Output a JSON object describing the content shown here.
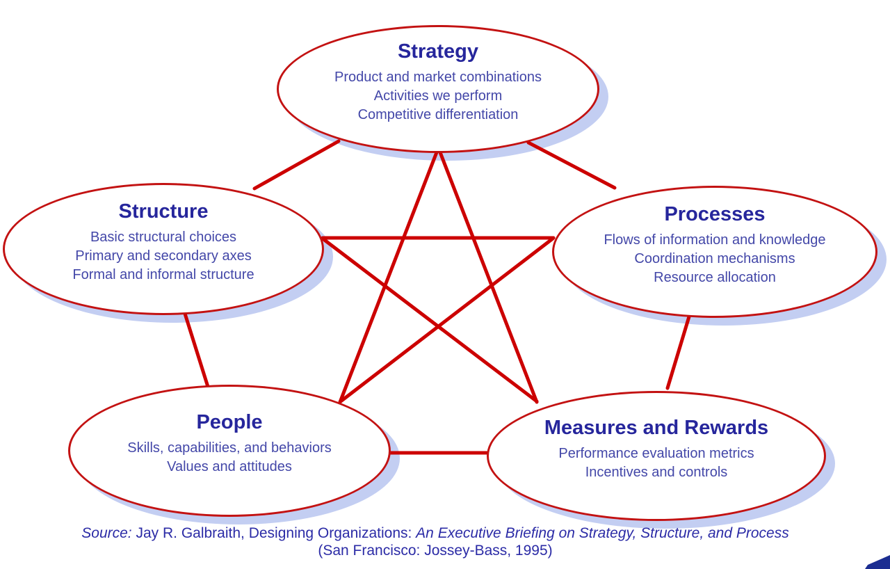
{
  "diagram": {
    "title_implied": "Galbraith Star Model",
    "nodes": [
      {
        "id": "strategy",
        "title": "Strategy",
        "lines": [
          "Product and market combinations",
          "Activities we perform",
          "Competitive differentiation"
        ]
      },
      {
        "id": "structure",
        "title": "Structure",
        "lines": [
          "Basic structural choices",
          "Primary and secondary axes",
          "Formal and informal structure"
        ]
      },
      {
        "id": "processes",
        "title": "Processes",
        "lines": [
          "Flows of information and knowledge",
          "Coordination mechanisms",
          "Resource allocation"
        ]
      },
      {
        "id": "people",
        "title": "People",
        "lines": [
          "Skills, capabilities, and behaviors",
          "Values and attitudes"
        ]
      },
      {
        "id": "measures",
        "title": "Measures and Rewards",
        "lines": [
          "Performance evaluation metrics",
          "Incentives and controls"
        ]
      }
    ],
    "connections": [
      [
        "strategy",
        "structure"
      ],
      [
        "strategy",
        "processes"
      ],
      [
        "strategy",
        "people"
      ],
      [
        "strategy",
        "measures"
      ],
      [
        "structure",
        "processes"
      ],
      [
        "structure",
        "people"
      ],
      [
        "structure",
        "measures"
      ],
      [
        "processes",
        "people"
      ],
      [
        "processes",
        "measures"
      ],
      [
        "people",
        "measures"
      ]
    ],
    "colors": {
      "line_red": "#cc0000",
      "ellipse_border_red": "#c31212",
      "shadow_periwinkle": "#c3cef2",
      "title_navy": "#26269c",
      "body_indigo": "#4347a8",
      "corner_navy": "#1b2d91"
    }
  },
  "source": {
    "prefix_italic": "Source:",
    "citation_regular": "  Jay R. Galbraith, Designing Organizations: ",
    "citation_italic": "An Executive Briefing on Strategy, Structure, and Process",
    "line2": "(San Francisco: Jossey-Bass, 1995)"
  }
}
